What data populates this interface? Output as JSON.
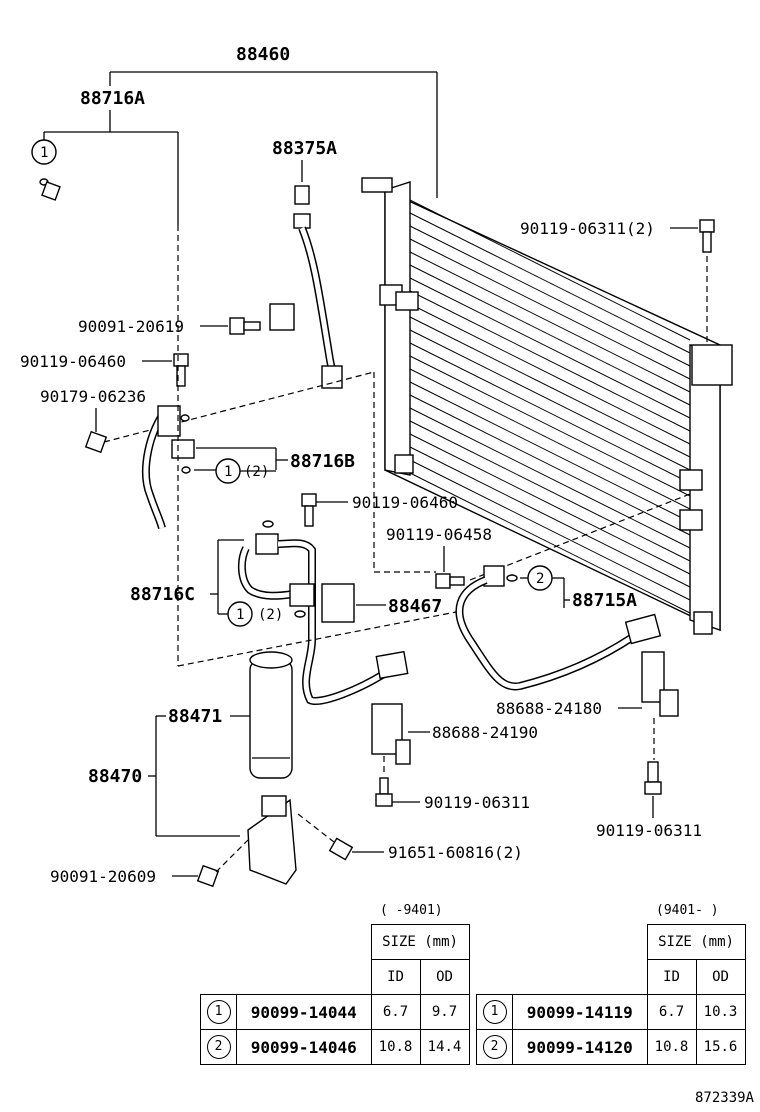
{
  "labels": {
    "assy_88460": "88460",
    "tube_88716A": "88716A",
    "valve_88375A": "88375A",
    "bolt_90119_06311_2": "90119-06311(2)",
    "bolt_90091_20619": "90091-20619",
    "bolt_90119_06460_top": "90119-06460",
    "nut_90179_06236": "90179-06236",
    "tube_88716B": "88716B",
    "bolt_90119_06460_mid": "90119-06460",
    "bolt_90119_06458": "90119-06458",
    "tube_88716C": "88716C",
    "part_88467": "88467",
    "tube_88715A": "88715A",
    "bracket_88688_24180": "88688-24180",
    "dryer_88471": "88471",
    "bracket_88688_24190": "88688-24190",
    "dryer_assy_88470": "88470",
    "bolt_90119_06311_mid": "90119-06311",
    "bolt_90119_06311_right": "90119-06311",
    "bolt_91651_60816": "91651-60816(2)",
    "bolt_90091_20609": "90091-20609",
    "oring_ref_1": "1",
    "oring_ref_2": "(2)",
    "oring_ref_1b": "1",
    "oring_ref_2b": "(2)",
    "oring_ref_1c": "1",
    "oring_ref_2c": "2"
  },
  "tables": [
    {
      "range": "(     -9401)",
      "size_header": "SIZE (mm)",
      "col_id": "ID",
      "col_od": "OD",
      "rows": [
        {
          "ref": "1",
          "part": "90099-14044",
          "id": "6.7",
          "od": "9.7"
        },
        {
          "ref": "2",
          "part": "90099-14046",
          "id": "10.8",
          "od": "14.4"
        }
      ]
    },
    {
      "range": "(9401-      )",
      "size_header": "SIZE (mm)",
      "col_id": "ID",
      "col_od": "OD",
      "rows": [
        {
          "ref": "1",
          "part": "90099-14119",
          "id": "6.7",
          "od": "10.3"
        },
        {
          "ref": "2",
          "part": "90099-14120",
          "id": "10.8",
          "od": "15.6"
        }
      ]
    }
  ],
  "diagram_code": "872339A"
}
